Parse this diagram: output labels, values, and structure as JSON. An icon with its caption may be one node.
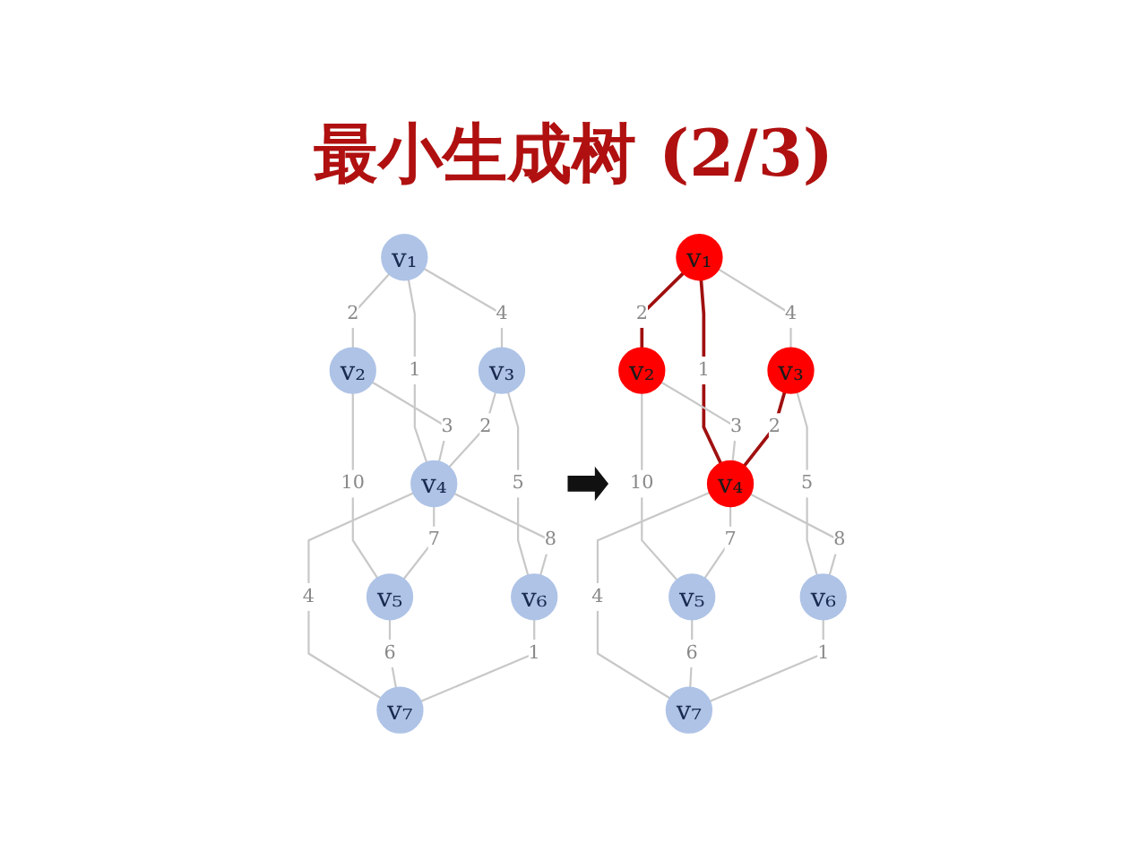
{
  "diagram": {
    "title": "最小生成树 (2/3)",
    "nodes": [
      {
        "text": [
          "v₁"
        ]
      },
      {
        "text": [
          "v₂"
        ]
      },
      {
        "text": [
          "v₃"
        ]
      },
      {
        "text": [
          "v₄"
        ]
      },
      {
        "text": [
          "v₅"
        ]
      },
      {
        "text": [
          "v₆"
        ]
      },
      {
        "text": [
          "v₇"
        ]
      },
      {
        "text": [
          "v₁"
        ]
      },
      {
        "text": [
          "v₂"
        ]
      },
      {
        "text": [
          "v₃"
        ]
      },
      {
        "text": [
          "v₄"
        ]
      },
      {
        "text": [
          "v₅"
        ]
      },
      {
        "text": [
          "v₆"
        ]
      },
      {
        "text": [
          "v₇"
        ]
      }
    ],
    "edges": [
      {
        "from": 0,
        "to": 1,
        "arrow": "none",
        "label": "2"
      },
      {
        "from": 0,
        "to": 2,
        "arrow": "none",
        "label": "4"
      },
      {
        "from": 0,
        "to": 3,
        "arrow": "none",
        "label": "1"
      },
      {
        "from": 1,
        "to": 3,
        "arrow": "none",
        "label": "3"
      },
      {
        "from": 1,
        "to": 4,
        "arrow": "none",
        "label": "10"
      },
      {
        "from": 2,
        "to": 3,
        "arrow": "none",
        "label": "2"
      },
      {
        "from": 3,
        "to": 4,
        "arrow": "none",
        "label": "7"
      },
      {
        "from": 2,
        "to": 5,
        "arrow": "none",
        "label": "5"
      },
      {
        "from": 3,
        "to": 5,
        "arrow": "none",
        "label": "8"
      },
      {
        "from": 3,
        "to": 6,
        "arrow": "none",
        "label": "4"
      },
      {
        "from": 4,
        "to": 6,
        "arrow": "none",
        "label": "6"
      },
      {
        "from": 5,
        "to": 6,
        "arrow": "none",
        "label": "1"
      },
      {
        "from": 7,
        "to": 8,
        "arrow": "none",
        "label": "2",
        "color": "#a01010"
      },
      {
        "from": 7,
        "to": 9,
        "arrow": "none",
        "label": "4"
      },
      {
        "from": 7,
        "to": 10,
        "arrow": "none",
        "label": "1",
        "color": "#a01010"
      },
      {
        "from": 8,
        "to": 10,
        "arrow": "none",
        "label": "3"
      },
      {
        "from": 8,
        "to": 11,
        "arrow": "none",
        "label": "10"
      },
      {
        "from": 9,
        "to": 10,
        "arrow": "none",
        "label": "2",
        "color": "#a01010"
      },
      {
        "from": 10,
        "to": 11,
        "arrow": "none",
        "label": "7"
      },
      {
        "from": 9,
        "to": 12,
        "arrow": "none",
        "label": "5"
      },
      {
        "from": 10,
        "to": 12,
        "arrow": "none",
        "label": "8"
      },
      {
        "from": 10,
        "to": 13,
        "arrow": "none",
        "label": "4"
      },
      {
        "from": 11,
        "to": 13,
        "arrow": "none",
        "label": "6"
      },
      {
        "from": 12,
        "to": 13,
        "arrow": "none",
        "label": "1"
      }
    ]
  }
}
